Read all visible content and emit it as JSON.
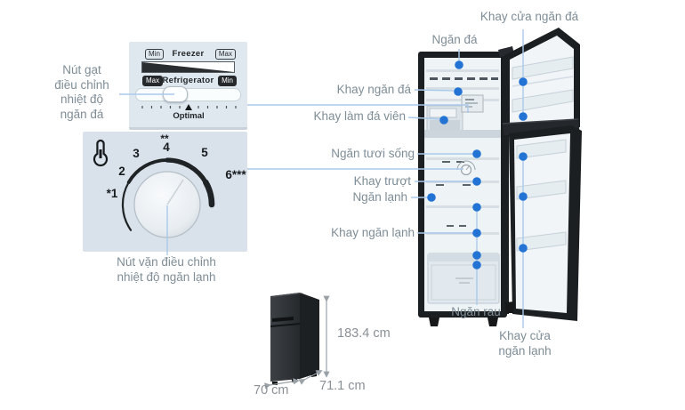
{
  "colors": {
    "accent_blue": "#2273d4",
    "line_blue": "#aac9eb",
    "label_gray": "#7e8d97",
    "panel_bg": "#e0e8ef",
    "dial_bg": "#d9e2ea",
    "frame_black": "#1c1f22"
  },
  "slider_panel": {
    "freezer_min": "Min",
    "freezer": "Freezer",
    "freezer_max": "Max",
    "fridge_max": "Max",
    "fridge": "Refrigerator",
    "fridge_min": "Min",
    "optimal": "Optimal"
  },
  "dial_panel": {
    "mark_1": "*1",
    "mark_2": "2",
    "mark_3": "3",
    "mark_4": "4",
    "mark_5": "5",
    "mark_6": "6***",
    "stars": "**"
  },
  "callouts": {
    "slider_knob": "Nút gạt\nđiều chỉnh\nnhiệt độ\nngăn đá",
    "dial_knob": "Nút vặn điều chỉnh\nnhiệt độ ngăn lạnh",
    "freezer_tray": "Khay ngăn đá",
    "ice_tray": "Khay làm đá viên",
    "fresh_compartment": "Ngăn tươi sống",
    "sliding_tray": "Khay trượt",
    "cooling_compartment": "Ngăn lạnh",
    "cooler_tray": "Khay ngăn lạnh",
    "freezer_compartment": "Ngăn đá",
    "freezer_door_tray": "Khay cửa ngăn đá",
    "vegetable_drawer": "Ngăn rau",
    "cooler_door_tray": "Khay cửa\nngăn lạnh"
  },
  "dimensions": {
    "height": "183.4 cm",
    "width": "70 cm",
    "depth": "71.1 cm"
  }
}
